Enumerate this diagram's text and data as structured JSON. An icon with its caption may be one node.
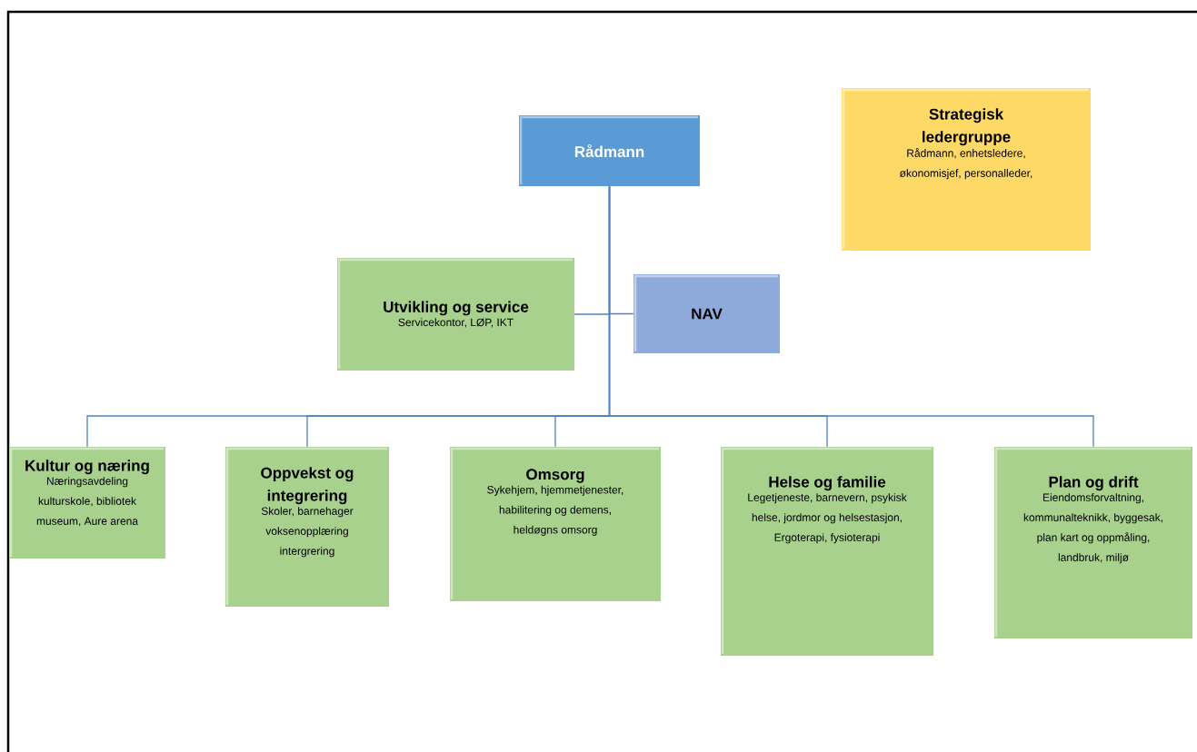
{
  "diagram": {
    "nodes": [
      {
        "text": [
          "Rådmann"
        ]
      },
      {
        "text": [
          "Strategisk ledergruppe",
          "Rådmann, enhetsledere, økonomisjef, personalleder,"
        ]
      },
      {
        "text": [
          "Utvikling og service",
          "Servicekontor, LØP, IKT"
        ]
      },
      {
        "text": [
          "NAV"
        ]
      },
      {
        "text": [
          "Kultur og næring",
          "Næringsavdeling kulturskole, bibliotek museum, Aure arena"
        ]
      },
      {
        "text": [
          "Oppvekst og integrering",
          "Skoler, barnehager voksenopplæring intergrering"
        ]
      },
      {
        "text": [
          "Omsorg",
          "Sykehjem, hjemmetjenester, habilitering og demens, heldøgns omsorg"
        ]
      },
      {
        "text": [
          "Helse og familie",
          "Legetjeneste, barnevern, psykisk helse, jordmor og helsestasjon, Ergoterapi, fysioterapi"
        ]
      },
      {
        "text": [
          "Plan og drift",
          "Eiendomsforvaltning, kommunalteknikk, byggesak, plan kart og oppmåling, landbruk, miljø"
        ]
      }
    ],
    "edges": [
      {
        "from": 0,
        "to": 2,
        "arrow": "none"
      },
      {
        "from": 0,
        "to": 3,
        "arrow": "none"
      },
      {
        "from": 0,
        "to": 4,
        "arrow": "none"
      },
      {
        "from": 0,
        "to": 5,
        "arrow": "none"
      },
      {
        "from": 0,
        "to": 6,
        "arrow": "none"
      },
      {
        "from": 0,
        "to": 7,
        "arrow": "none"
      },
      {
        "from": 0,
        "to": 8,
        "arrow": "none"
      }
    ]
  }
}
